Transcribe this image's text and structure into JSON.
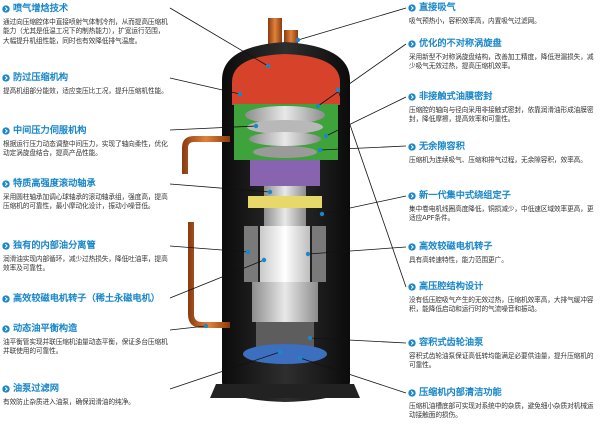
{
  "left_features": [
    {
      "title": "喷气增焓技术",
      "desc": "通过向压缩腔体中直接喷射气体制冷剂，从而提高压缩机能力（尤其是低温工况下的制热能力），扩宽运行范围，大幅提升机组性能，同时也有效降低排气温度。"
    },
    {
      "title": "防过压缩机构",
      "desc": "提高机组部分能效，适应变压比工况，提升压缩机性能。"
    },
    {
      "title": "中间压力伺服机构",
      "desc": "根据运行压力动态调整中间压力，实现了轴向柔性，优化动定涡旋盘结合，提高产品性能。"
    },
    {
      "title": "特质高强度滚动轴承",
      "desc": "采用圆柱轴承加调心球轴承的滚动轴承组，强度高，提高压缩机的可靠性，最小摩动化设计，振动小噪音低。"
    },
    {
      "title": "独有的内部油分离管",
      "desc": "润滑油实现内部循环，减少过热损失，降低吐油率，提高效率及可靠性。"
    },
    {
      "title": "高效较磁电机转子（稀土永磁电机）",
      "desc": ""
    },
    {
      "title": "动态油平衡构造",
      "desc": "油平衡管实现并联压缩机油量动态平衡，保证多台压缩机并联使用的可靠性。"
    },
    {
      "title": "油泵过滤网",
      "desc": "有效防止杂质进入油泵，确保润滑油的纯净。"
    }
  ],
  "right_features": [
    {
      "title": "直接吸气",
      "desc": "吸气预热小，容积效率高，内置吸气过滤网。"
    },
    {
      "title": "优化的不对称涡旋盘",
      "desc": "采用新型不对称涡旋盘结构，改善加工精度，降低泄漏损失，减少吸气无效过热，提高压缩机效率。"
    },
    {
      "title": "非接触式油膜密封",
      "desc": "压缩腔的轴向与径向采用非接触式密封，依靠润滑油形成油膜密封，降低摩擦，提高效率和可靠性。"
    },
    {
      "title": "无余隙容积",
      "desc": "压缩机为连续吸气、压缩和排气过程，无余隙容积，效率高。"
    },
    {
      "title": "新一代集中式绕组定子",
      "desc": "集中卷电机线圈高度降低，铜损减少，中低速区域效率更高，更适应APF条件。"
    },
    {
      "title": "高效较磁电机转子",
      "desc": "具有高转速特性，能力范围更广。"
    },
    {
      "title": "高压腔结构设计",
      "desc": "没有低压腔吸气产生的无效过热，压缩机效率高，大排气缓冲容积，能降低启动和运行时的气流噪音和振动。"
    },
    {
      "title": "容积式齿轮油泵",
      "desc": "容积式齿轮油泵保证高低转均能满足必要供油量，提升压缩机的可靠性。"
    },
    {
      "title": "压缩机内部清洁功能",
      "desc": "压缩机油槽底部可实现对系统中的杂质，避免细小杂质对机械运动接触面的损伤。"
    }
  ],
  "colors": {
    "accent": "#1a87c9",
    "text": "#333333",
    "dot": "#1a87c9"
  },
  "icons": {
    "bullet": "blue-circle-arrow-icon"
  }
}
